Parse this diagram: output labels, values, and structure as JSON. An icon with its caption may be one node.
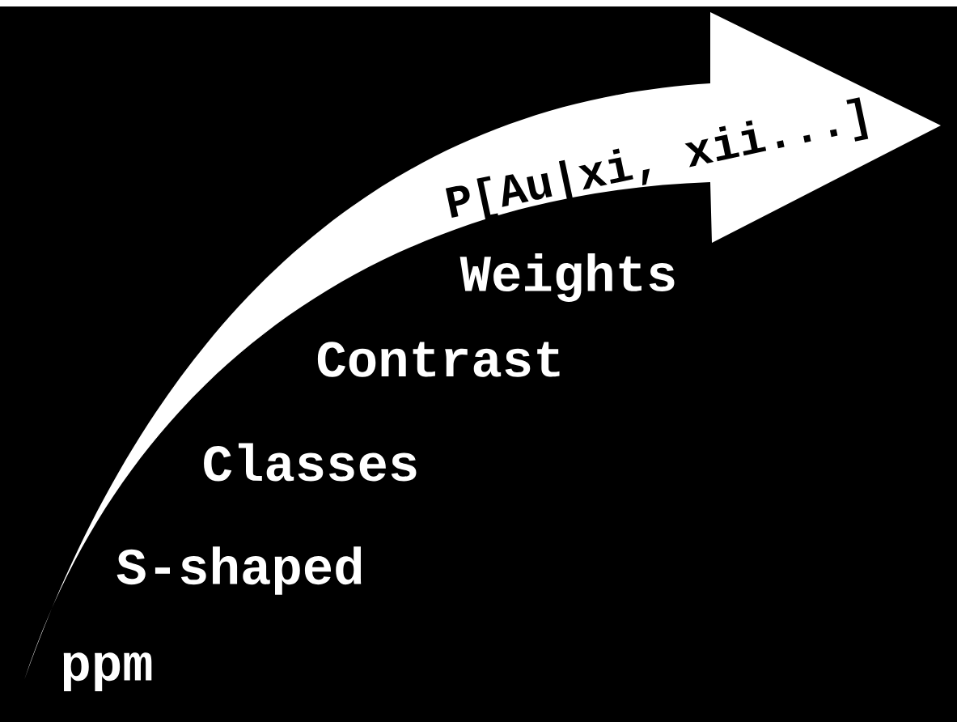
{
  "diagram": {
    "nodes": [
      {
        "text": [
          "P[Au|xi, xii...]"
        ]
      }
    ],
    "edges": [],
    "labels": [
      "Weights",
      "Contrast",
      "Classes",
      "S-shaped",
      "ppm"
    ]
  }
}
